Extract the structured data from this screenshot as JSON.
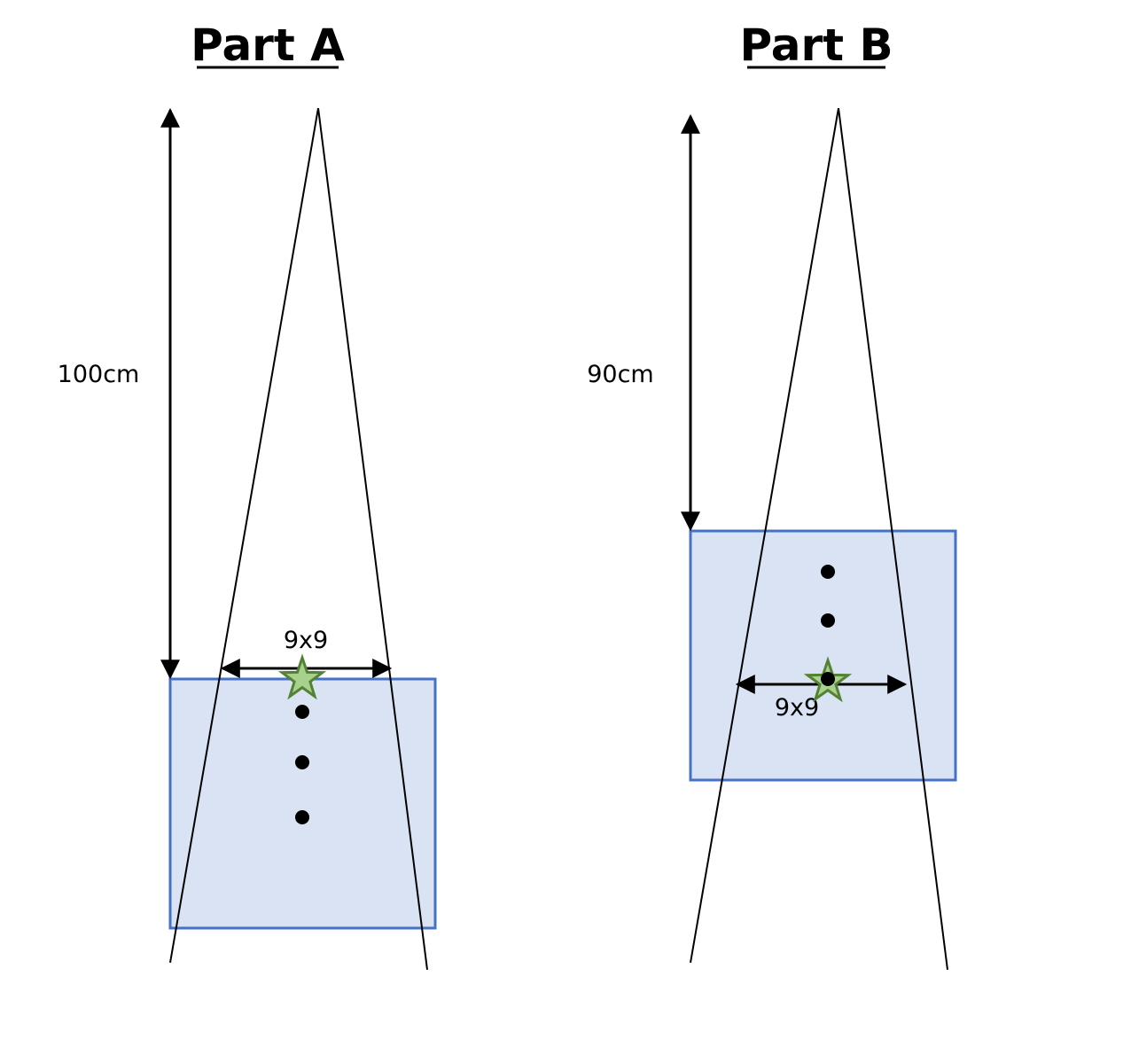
{
  "colors": {
    "phantom_fill": "#dae3f3",
    "phantom_border": "#4472c4",
    "star_fill": "#a9d18e",
    "star_border": "#548235",
    "line": "#000000"
  },
  "part_a": {
    "title": "Part A",
    "distance_label": "100cm",
    "field_label": "9x9",
    "dot_count": 3,
    "star_icon": "star-icon"
  },
  "part_b": {
    "title": "Part B",
    "distance_label": "90cm",
    "field_label": "9x9",
    "dot_count": 3,
    "star_icon": "star-icon"
  }
}
